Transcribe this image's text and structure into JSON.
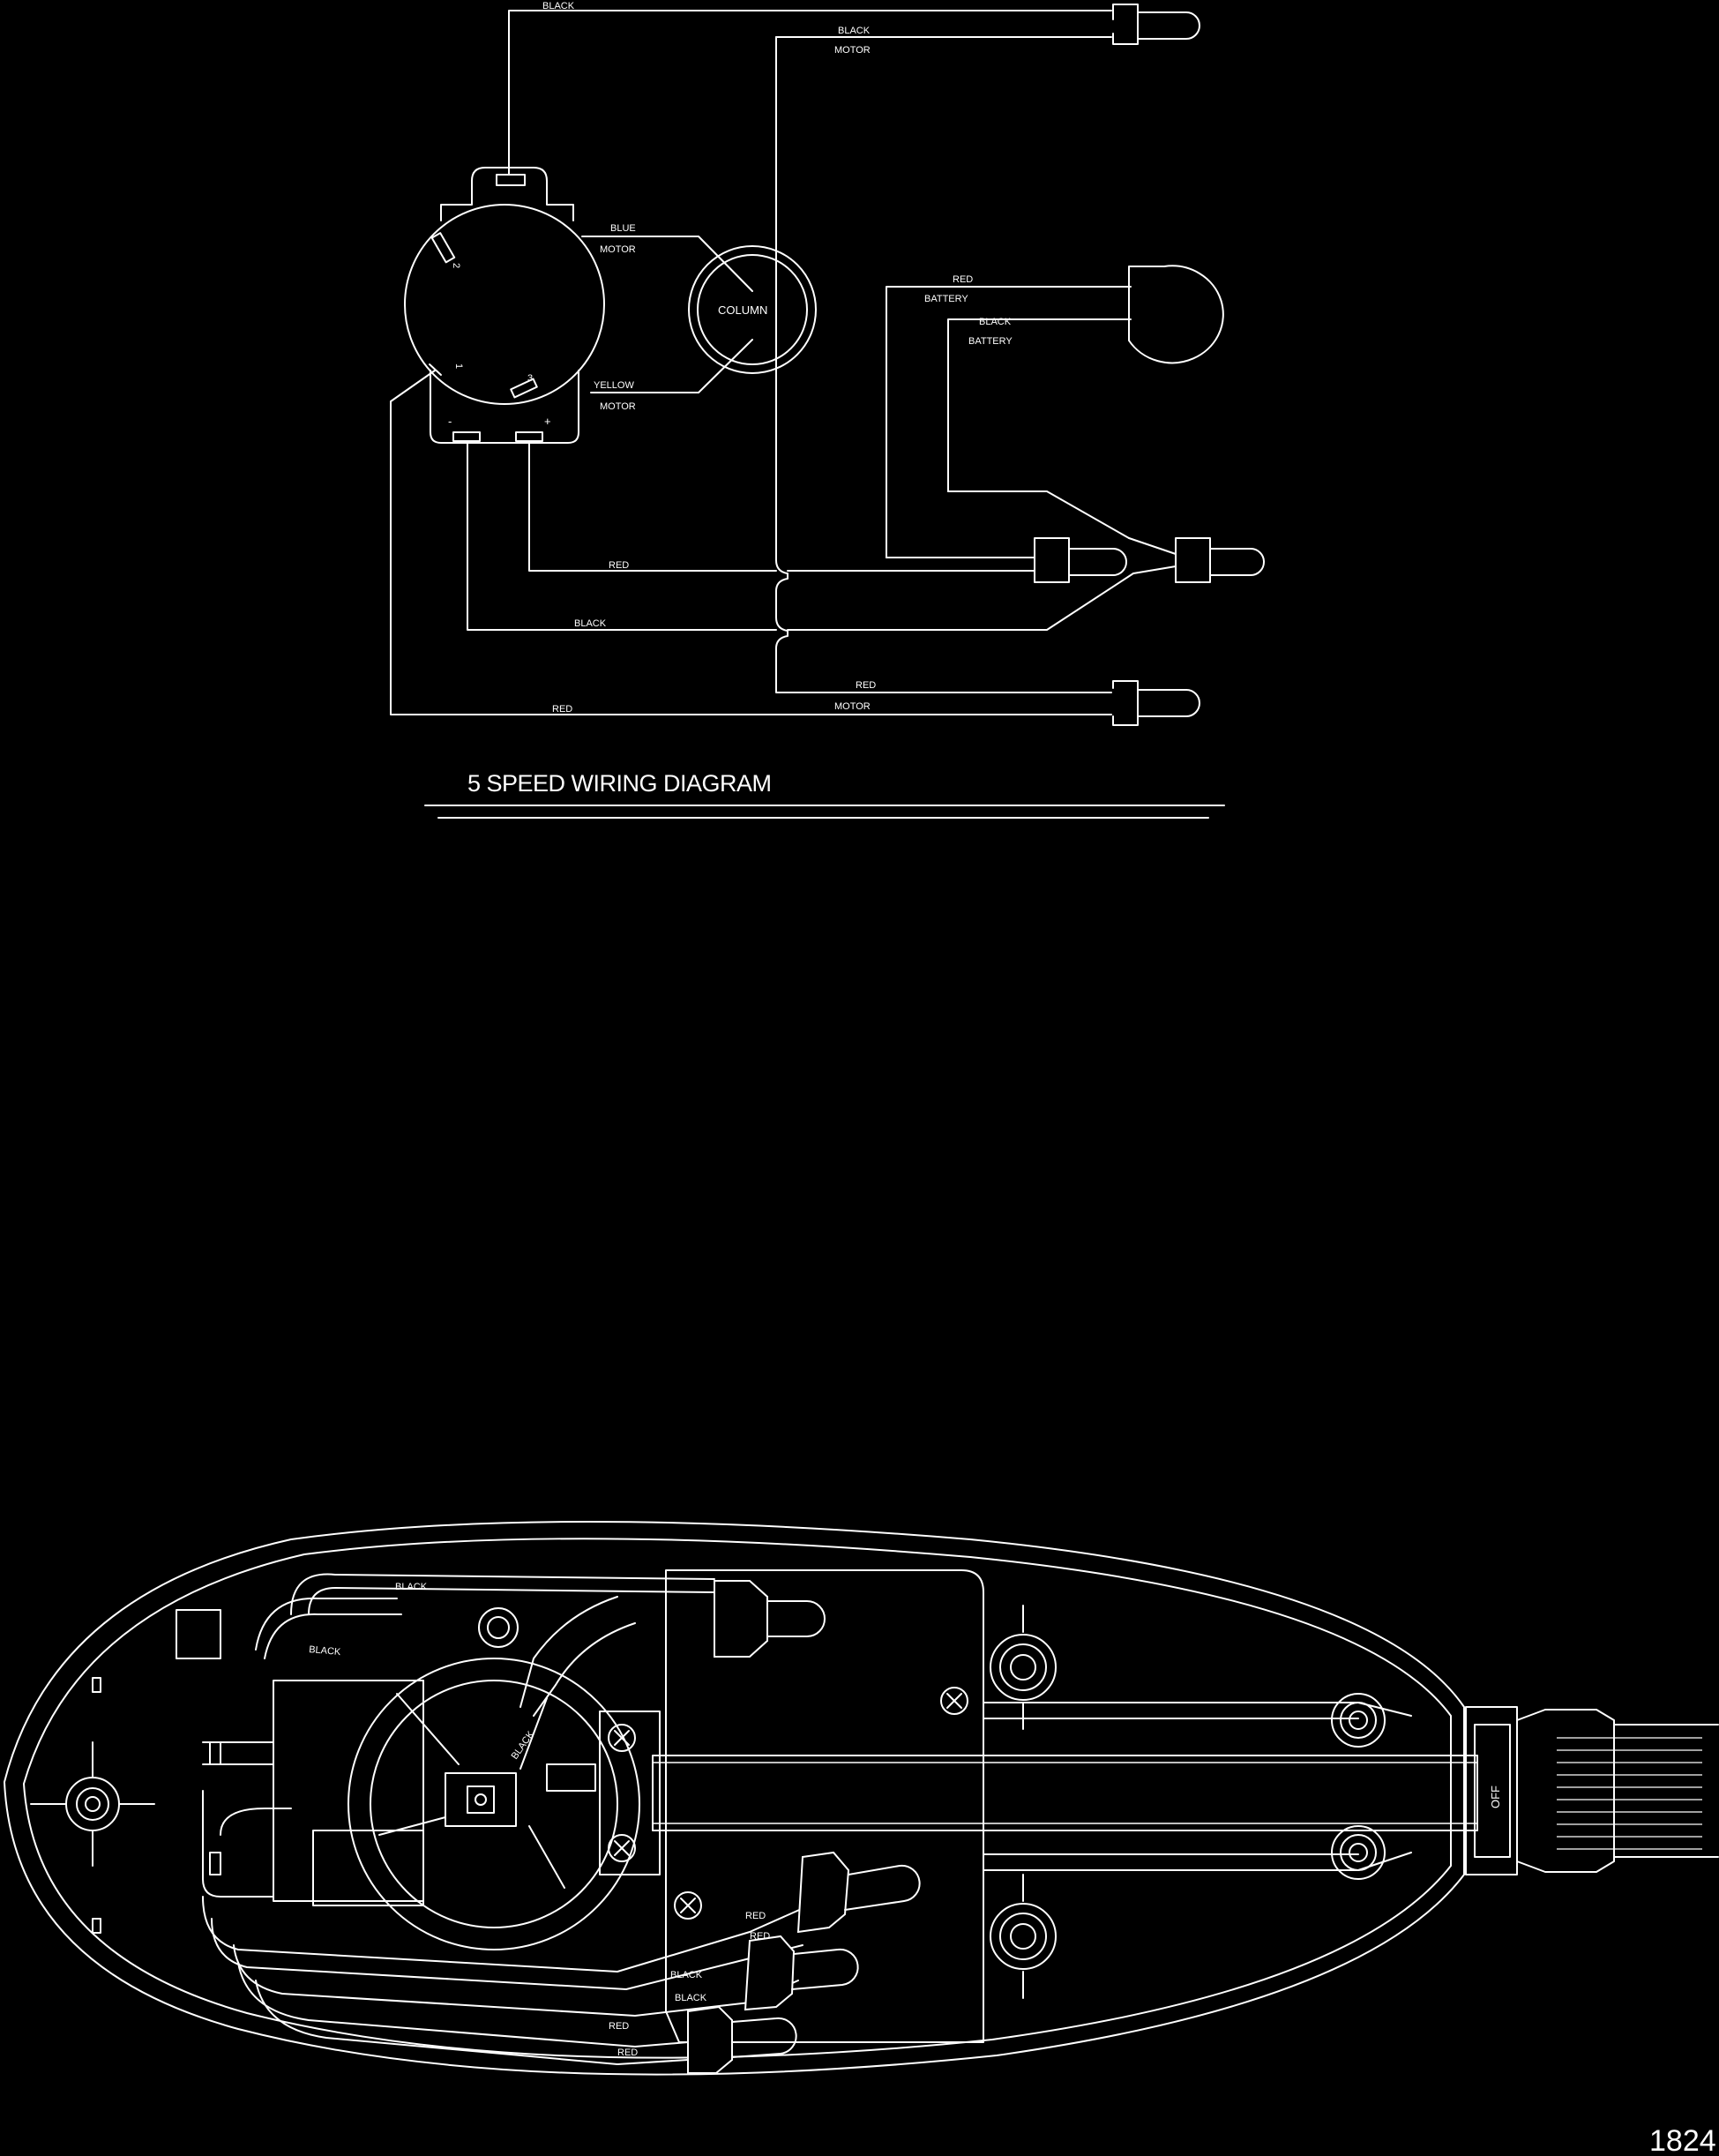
{
  "diagram": {
    "title": "5 SPEED WIRING DIAGRAM",
    "figure_number": "1824",
    "wire_labels": {
      "top_black": "BLACK",
      "black_motor_1": "BLACK",
      "black_motor_2": "MOTOR",
      "blue_motor_1": "BLUE",
      "blue_motor_2": "MOTOR",
      "yellow_motor_1": "YELLOW",
      "yellow_motor_2": "MOTOR",
      "red_battery_1": "RED",
      "red_battery_2": "BATTERY",
      "black_battery_1": "BLACK",
      "black_battery_2": "BATTERY",
      "red_mid": "RED",
      "black_mid": "BLACK",
      "red_motor_1": "RED",
      "red_motor_2": "MOTOR",
      "red_bottom": "RED"
    },
    "component_labels": {
      "column": "COLUMN",
      "terminal_2": "2",
      "terminal_1": "1",
      "terminal_3": "3",
      "terminal_minus": "-",
      "terminal_plus": "+"
    },
    "assembly_labels": {
      "black_1": "BLACK",
      "black_2": "BLACK",
      "black_3": "BLACK",
      "red_1": "RED",
      "red_2": "RED",
      "black_4": "BLACK",
      "black_5": "BLACK",
      "red_3": "RED",
      "red_4": "RED",
      "off": "OFF"
    }
  }
}
